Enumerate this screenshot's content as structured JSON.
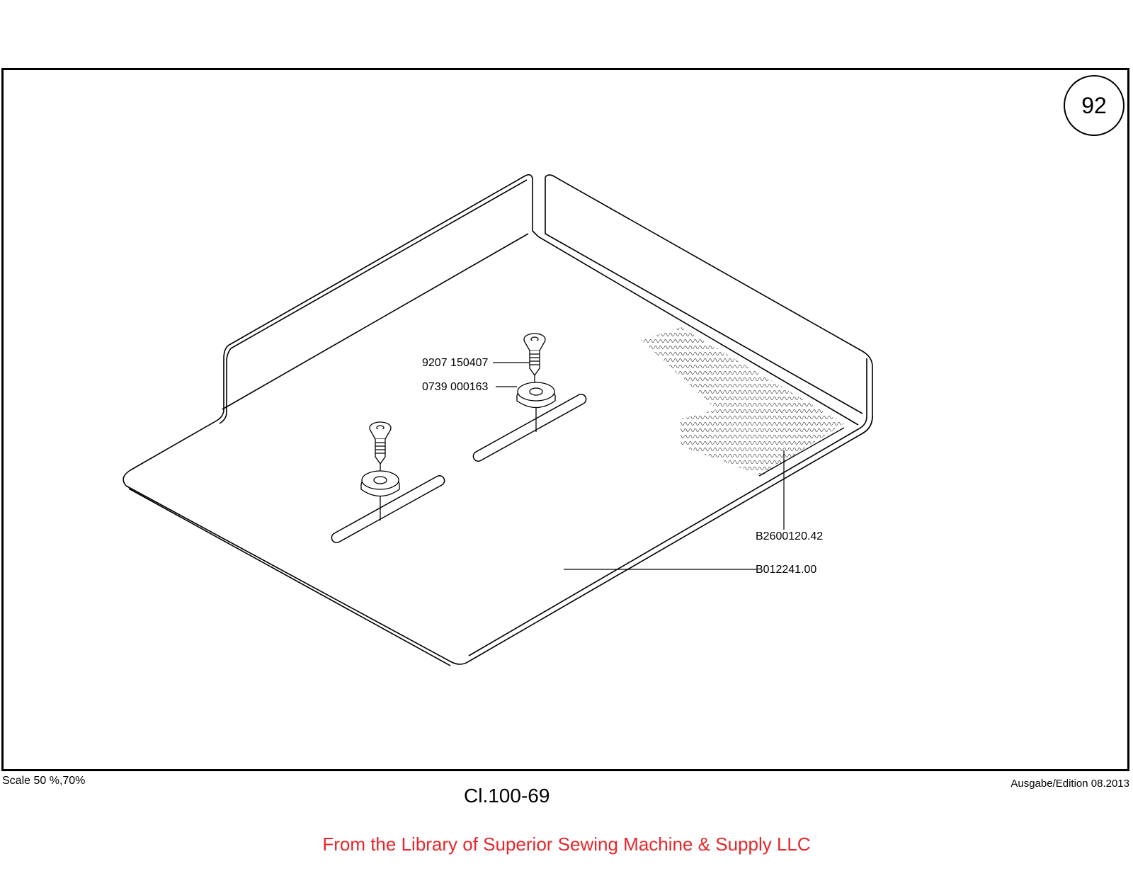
{
  "page_number": "92",
  "callouts": {
    "screw": "9207 150407",
    "washer": "0739 000163",
    "mesh": "B2600120.42",
    "plate": "B012241.00"
  },
  "footer": {
    "scale": "Scale 50 %,70%",
    "class_number": "Cl.100-69",
    "edition": "Ausgabe/Edition 08.2013",
    "library_note": "From the Library of Superior Sewing Machine & Supply LLC"
  },
  "colors": {
    "line": "#000000",
    "library_note": "#e8262a",
    "background": "#ffffff"
  }
}
